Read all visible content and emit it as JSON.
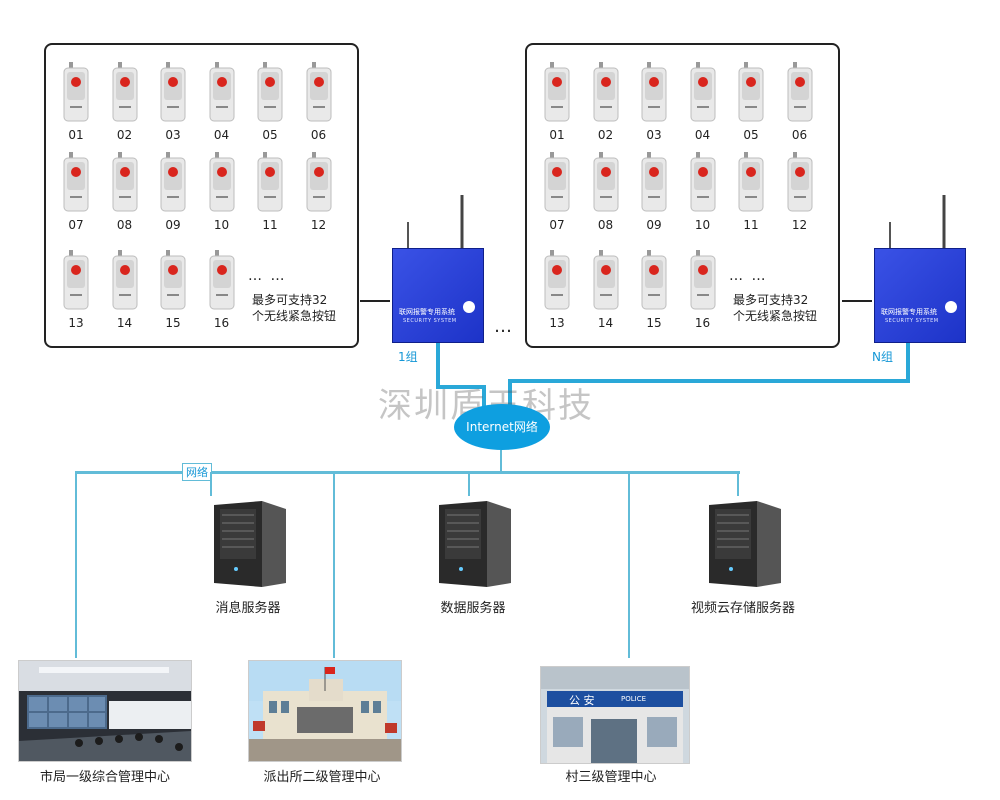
{
  "groups": [
    {
      "buttons": [
        "01",
        "02",
        "03",
        "04",
        "05",
        "06",
        "07",
        "08",
        "09",
        "10",
        "11",
        "12",
        "13",
        "14",
        "15",
        "16"
      ],
      "ellipsis": "… …",
      "note_line1": "最多可支持32",
      "note_line2": "个无线紧急按钮",
      "panel_title": "联网报警专用系统",
      "panel_subtitle": "SECURITY SYSTEM",
      "tag": "1组"
    },
    {
      "buttons": [
        "01",
        "02",
        "03",
        "04",
        "05",
        "06",
        "07",
        "08",
        "09",
        "10",
        "11",
        "12",
        "13",
        "14",
        "15",
        "16"
      ],
      "ellipsis": "… …",
      "note_line1": "最多可支持32",
      "note_line2": "个无线紧急按钮",
      "panel_title": "联网报警专用系统",
      "panel_subtitle": "SECURITY SYSTEM",
      "tag": "N组"
    }
  ],
  "between_groups": "…",
  "watermark": "深圳盾王科技",
  "cloud_label": "Internet网络",
  "network_label": "网络",
  "servers": [
    {
      "label": "消息服务器"
    },
    {
      "label": "数据服务器"
    },
    {
      "label": "视频云存储服务器"
    }
  ],
  "centers": [
    {
      "label": "市局一级综合管理中心"
    },
    {
      "label": "派出所二级管理中心"
    },
    {
      "label": "村三级管理中心",
      "sign_text": "公 安",
      "sign_text_en": "POLICE"
    }
  ],
  "colors": {
    "link_line": "#2aa8d8",
    "panel": "#1d33c8",
    "button_red": "#d9251d"
  }
}
